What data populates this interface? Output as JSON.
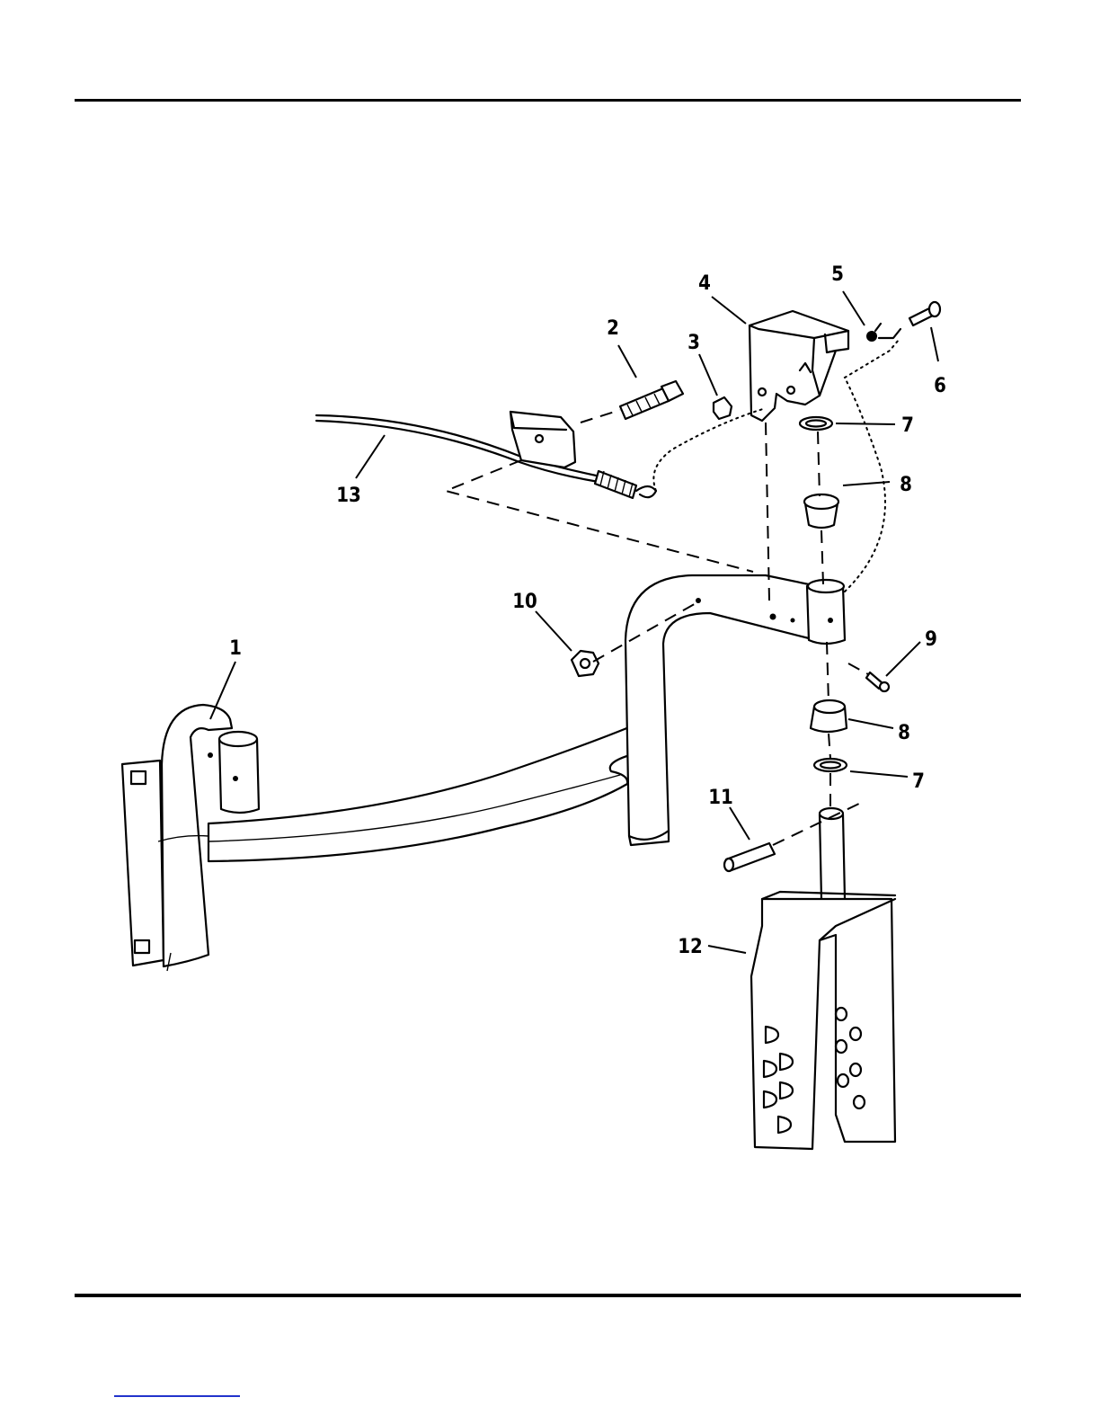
{
  "callouts": {
    "c1": "1",
    "c2": "2",
    "c3": "3",
    "c4": "4",
    "c5": "5",
    "c6": "6",
    "c7a": "7",
    "c7b": "7",
    "c8a": "8",
    "c8b": "8",
    "c9": "9",
    "c10": "10",
    "c11": "11",
    "c12": "12",
    "c13": "13"
  }
}
